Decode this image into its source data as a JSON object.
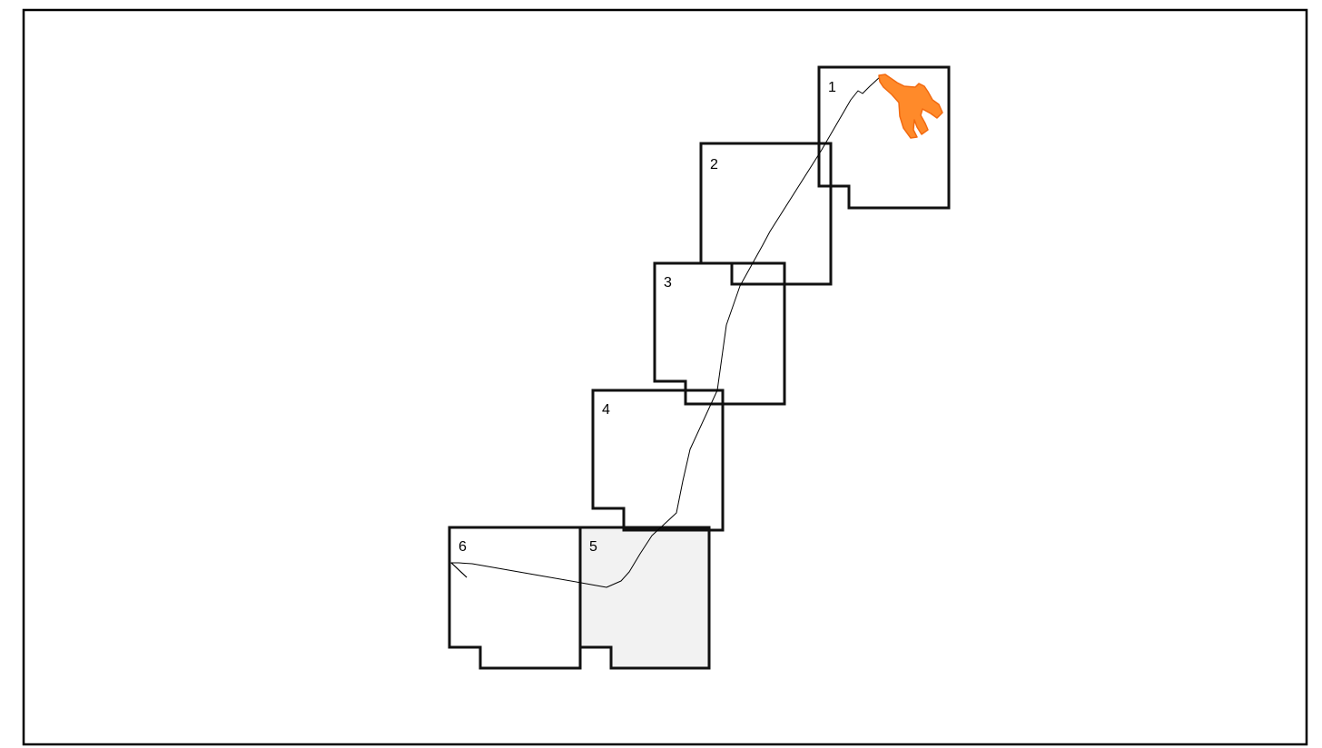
{
  "tiles": [
    {
      "id": "1",
      "label": "1",
      "active": false
    },
    {
      "id": "2",
      "label": "2",
      "active": false
    },
    {
      "id": "3",
      "label": "3",
      "active": false
    },
    {
      "id": "4",
      "label": "4",
      "active": false
    },
    {
      "id": "5",
      "label": "5",
      "active": true
    },
    {
      "id": "6",
      "label": "6",
      "active": false
    }
  ],
  "colors": {
    "frame": "#000000",
    "tile_outline": "#111111",
    "active_tile_fill": "#f2f2f2",
    "hand_fill": "#ff8a2a",
    "hand_stroke": "#f26a10",
    "trace": "#000000"
  },
  "icons": {
    "cursor": "pointing-hand-icon"
  }
}
